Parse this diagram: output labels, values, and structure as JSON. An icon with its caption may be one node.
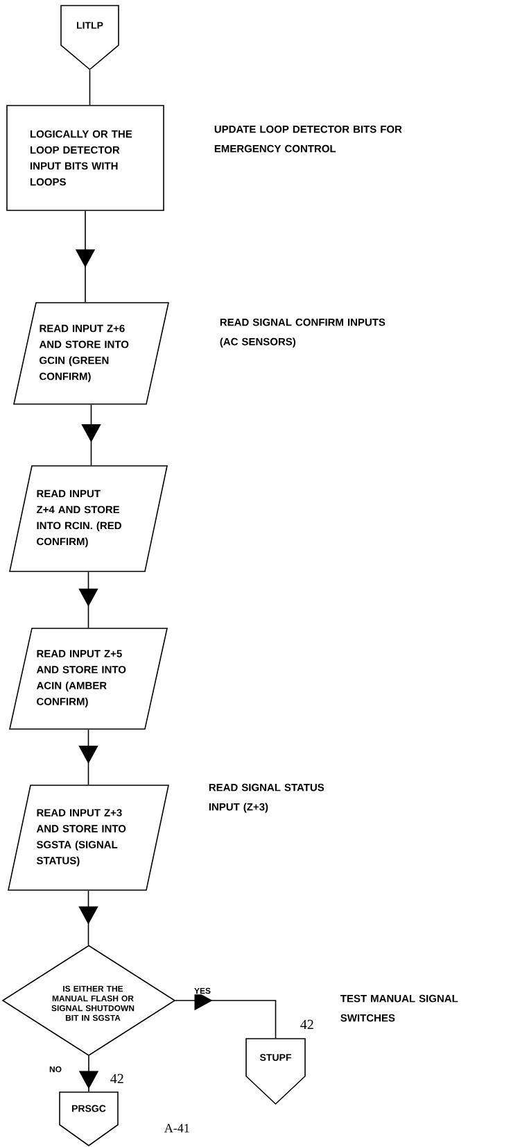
{
  "diagram": {
    "nodes": [
      {
        "text": [
          "LITLP"
        ]
      },
      {
        "text": [
          "LOGICALLY OR THE LOOP DETECTOR INPUT BITS WITH LOOPS"
        ]
      },
      {
        "text": [
          "READ INPUT Z+6 AND STORE INTO GCIN (GREEN CONFIRM)"
        ]
      },
      {
        "text": [
          "READ INPUT Z+4 AND STORE INTO RCIN. (RED CONFIRM)"
        ]
      },
      {
        "text": [
          "READ INPUT Z+5 AND STORE INTO ACIN (AMBER CONFIRM)"
        ]
      },
      {
        "text": [
          "READ INPUT Z+3 AND STORE INTO SGSTA (SIGNAL STATUS)"
        ]
      },
      {
        "text": [
          "IS EITHER THE MANUAL FLASH OR SIGNAL SHUTDOWN BIT IN SGSTA"
        ]
      },
      {
        "text": [
          "STUPF"
        ],
        "beside": [
          "42",
          "TEST MANUAL SIGNAL SWITCHES"
        ]
      },
      {
        "text": [
          "PRSGC"
        ],
        "beside": [
          "42"
        ]
      }
    ],
    "edges": [
      {
        "from": 0,
        "to": 1,
        "arrow": "none"
      },
      {
        "from": 1,
        "to": 2,
        "arrow": "to"
      },
      {
        "from": 2,
        "to": 3,
        "arrow": "to"
      },
      {
        "from": 3,
        "to": 4,
        "arrow": "to"
      },
      {
        "from": 4,
        "to": 5,
        "arrow": "to"
      },
      {
        "from": 5,
        "to": 6,
        "arrow": "to"
      },
      {
        "from": 6,
        "to": 7,
        "arrow": "to",
        "label": "YES"
      },
      {
        "from": 6,
        "to": 8,
        "arrow": "to",
        "label": "NO"
      }
    ],
    "labels": [
      "UPDATE LOOP DETECTOR BITS FOR EMERGENCY CONTROL",
      "READ SIGNAL CONFIRM INPUTS (AC SENSORS)",
      "READ SIGNAL STATUS INPUT (Z+3)",
      "A-41"
    ]
  }
}
